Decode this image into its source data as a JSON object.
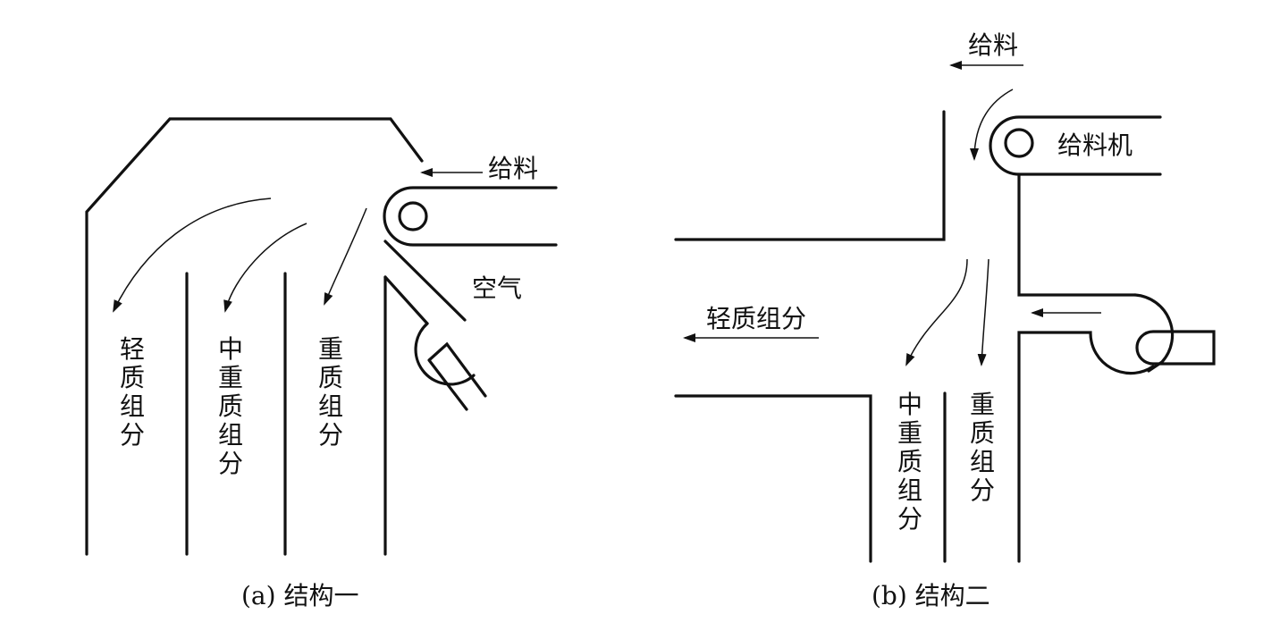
{
  "structure_a": {
    "caption": "(a) 结构一",
    "feed": "给料",
    "air": "空气",
    "light": "轻质组分",
    "medium_heavy": "中重质组分",
    "heavy": "重质组分"
  },
  "structure_b": {
    "caption": "(b) 结构二",
    "feed": "给料",
    "feeder": "给料机",
    "light": "轻质组分",
    "medium_heavy": "中重质组分",
    "heavy": "重质组分"
  },
  "colors": {
    "line": "#111111",
    "background": "#ffffff"
  }
}
